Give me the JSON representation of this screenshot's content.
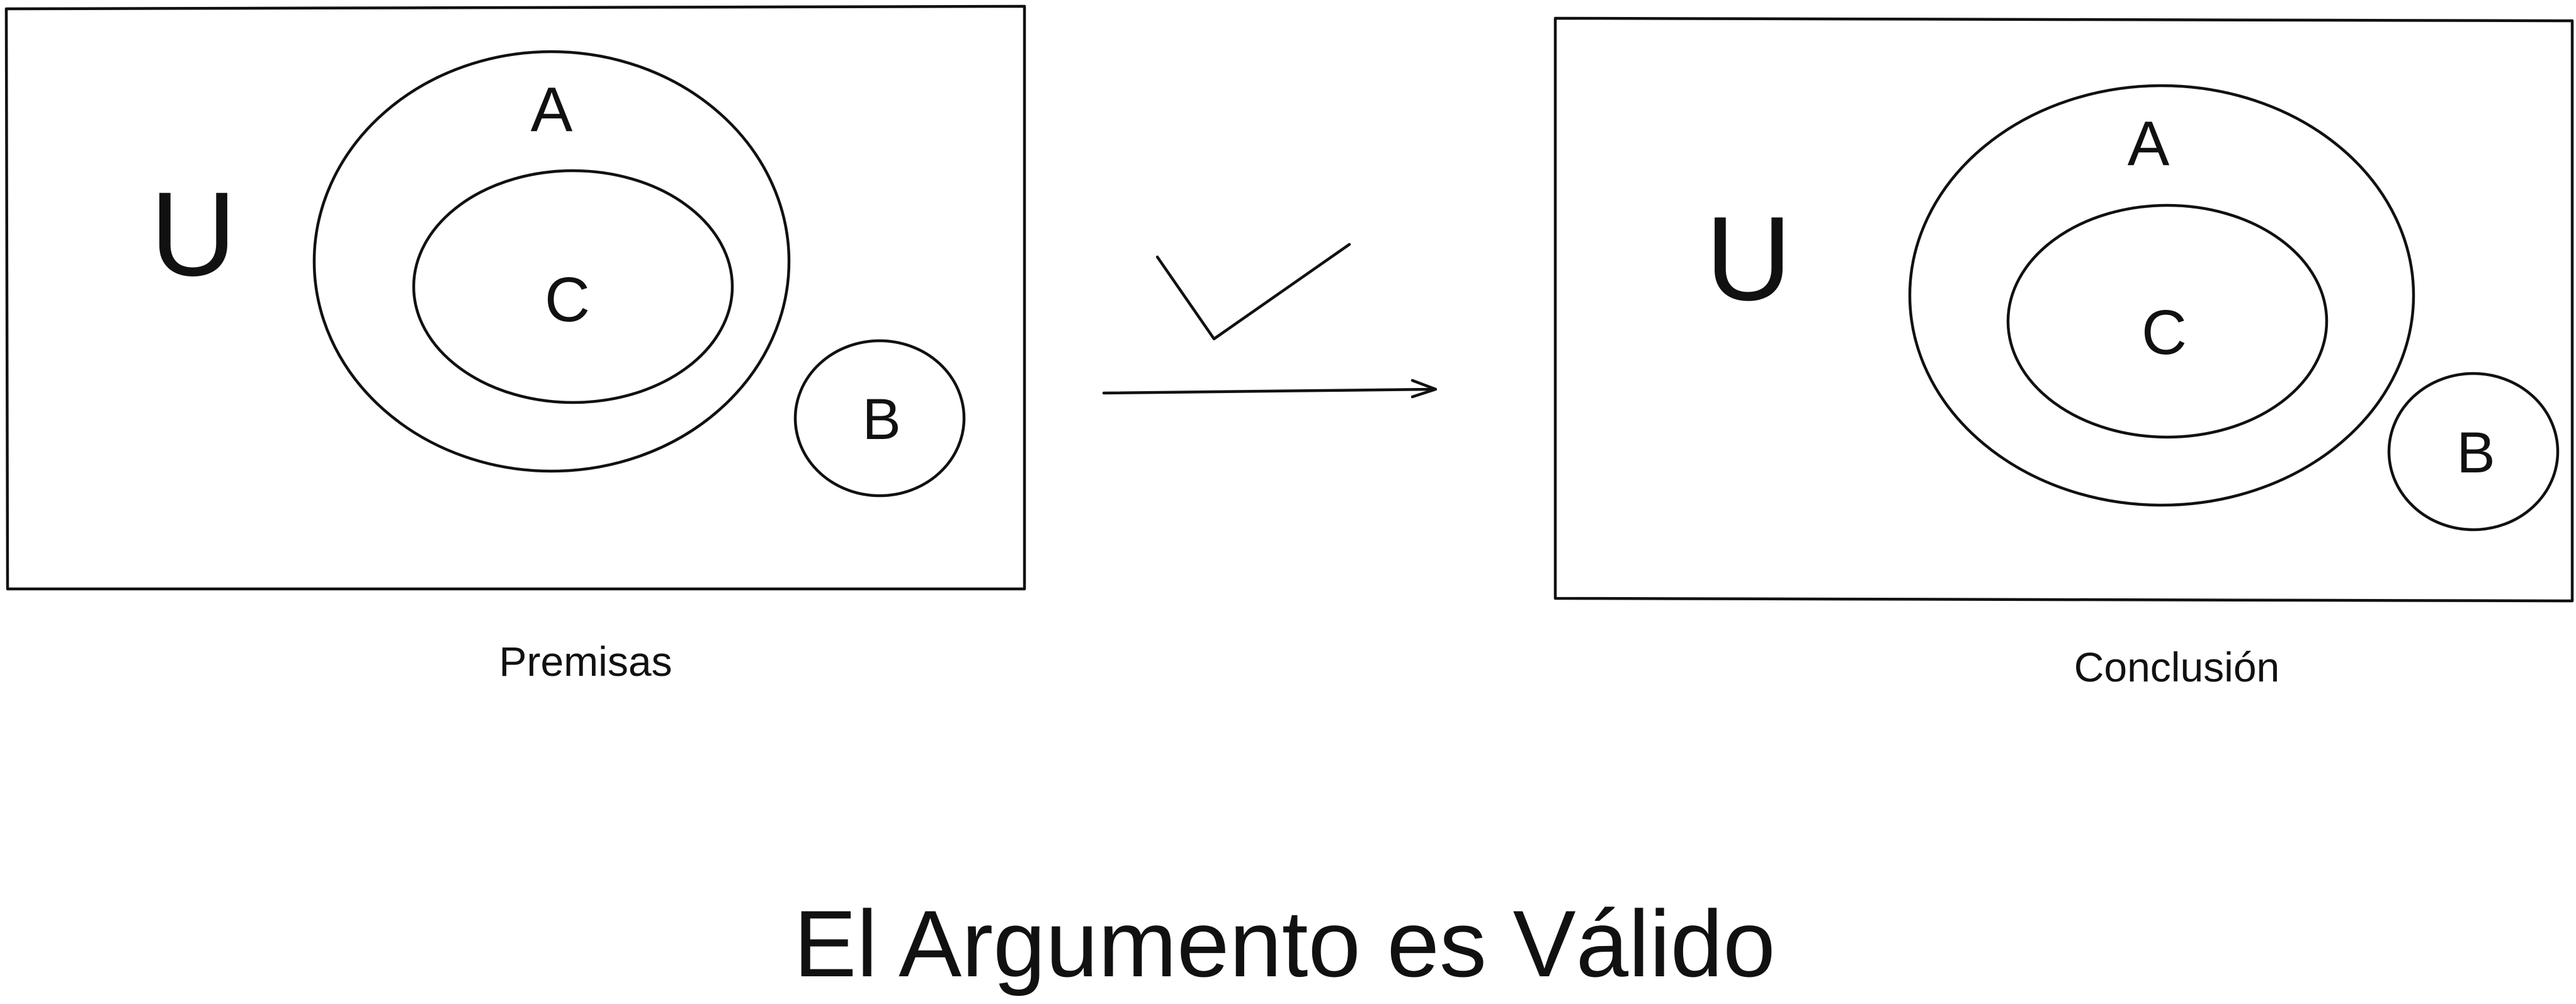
{
  "premises": {
    "universe_label": "U",
    "set_a_label": "A",
    "set_c_label": "C",
    "set_b_label": "B",
    "caption": "Premisas"
  },
  "conclusion": {
    "universe_label": "U",
    "set_a_label": "A",
    "set_c_label": "C",
    "set_b_label": "B",
    "caption": "Conclusión"
  },
  "verdict": "El Argumento es Válido",
  "icons": [
    "checkmark-icon",
    "arrow-right-icon"
  ]
}
